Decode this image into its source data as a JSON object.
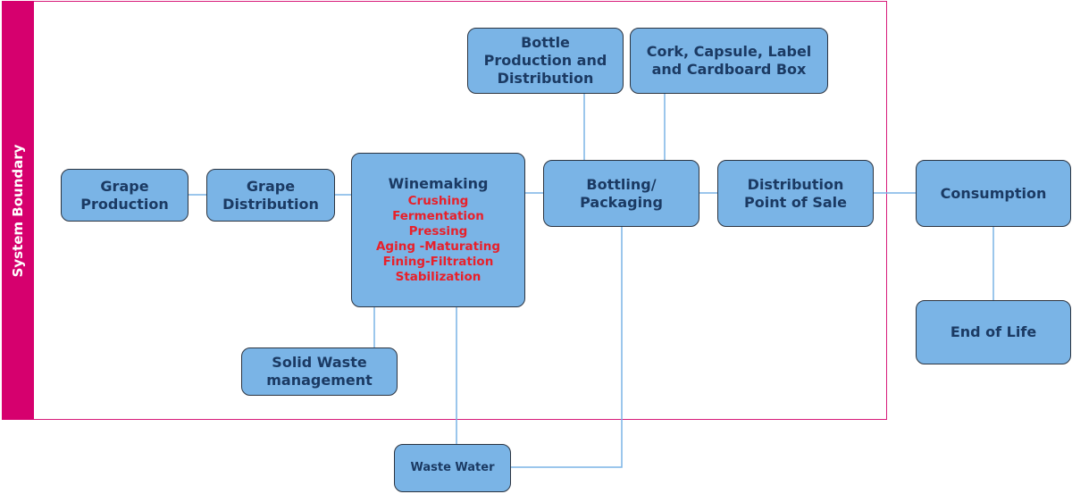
{
  "boundary": {
    "label": "System Boundary",
    "color": "#d6006e"
  },
  "colors": {
    "box_fill": "#7ab4e6",
    "box_text": "#1b3a63",
    "steps_text": "#e8202a",
    "line": "#7ab4e6"
  },
  "nodes": {
    "grape_production": "Grape\nProduction",
    "grape_distribution": "Grape\nDistribution",
    "winemaking": {
      "title": "Winemaking",
      "steps": [
        "Crushing",
        "Fermentation",
        "Pressing",
        "Aging -Maturating",
        "Fining-Filtration",
        "Stabilization"
      ]
    },
    "bottle_production": "Bottle\nProduction and\nDistribution",
    "cork_capsule": "Cork, Capsule, Label\nand Cardboard Box",
    "bottling": "Bottling/\nPackaging",
    "distribution_pos": "Distribution\nPoint of Sale",
    "consumption": "Consumption",
    "end_of_life": "End of Life",
    "solid_waste": "Solid Waste\nmanagement",
    "waste_water": "Waste Water"
  }
}
